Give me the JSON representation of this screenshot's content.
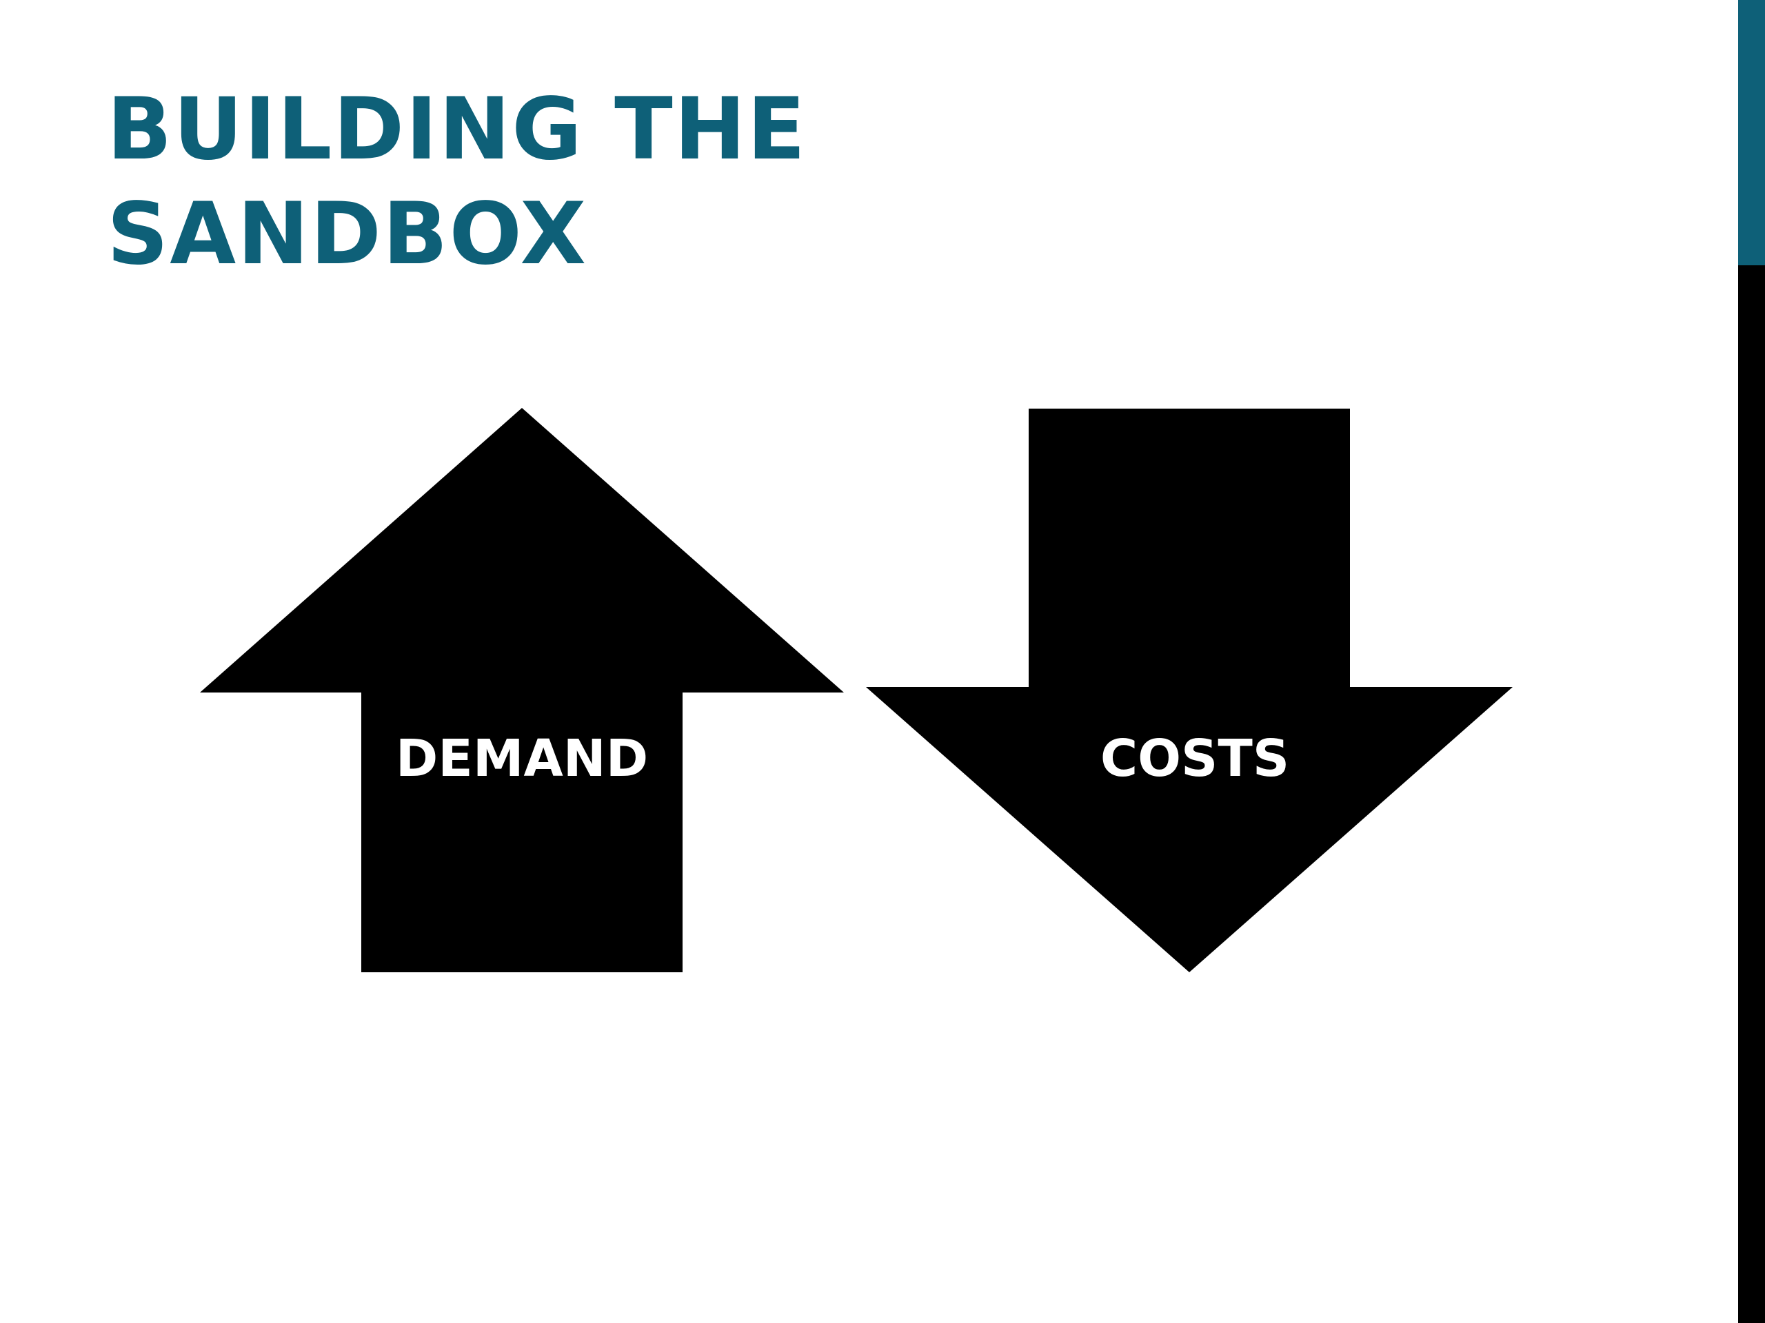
{
  "title": {
    "line1": "BUILDING THE",
    "line2": "SANDBOX"
  },
  "arrows": {
    "up": {
      "label": "DEMAND",
      "icon": "up-arrow-icon"
    },
    "down": {
      "label": "COSTS",
      "icon": "down-arrow-icon"
    }
  },
  "colors": {
    "title": "#0e6078",
    "accent": "#0e6078",
    "arrow_fill": "#000000",
    "arrow_label": "#ffffff",
    "sidebar_bar": "#000000"
  }
}
